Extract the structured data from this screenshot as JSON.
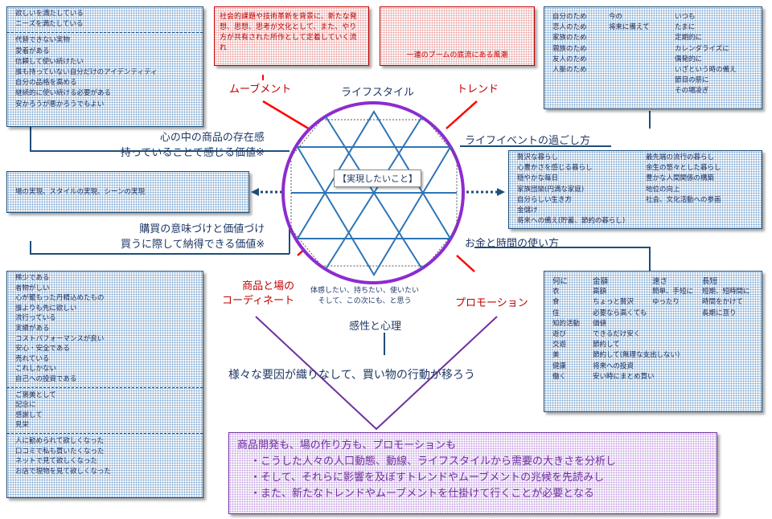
{
  "left_top_box": {
    "group1": [
      "欲しいを満たしている",
      "ニーズを満たしている"
    ],
    "group2": [
      "代替できない実物",
      "愛着がある",
      "信頼して使い続けたい",
      "誰も持っていない自分だけのアイデンティティ",
      "自分の品格を高める",
      "継続的に使い続ける必要がある",
      "安かろうが悪かろうでもよい"
    ]
  },
  "left_top_caption": [
    "心の中の商品の存在感",
    "持っていることで感じる価値※"
  ],
  "left_mid_box": "場の実現、スタイルの実現、シーンの実現",
  "left_mid_caption": [
    "購買の意味づけと価値づけ",
    "買うに際して納得できる価値※"
  ],
  "left_bottom_box": {
    "group1": [
      "稀少である",
      "者物がしい",
      "心が籠もった丹精込めたもの",
      "誰よりも先に欲しい",
      "流行っている",
      "実績がある",
      "コストパフォーマンスが良い",
      "安心・安全である",
      "売れている",
      "これしかない",
      "自己への投資である"
    ],
    "group2": [
      "ご褒美として",
      "記念に",
      "感謝して",
      "見栄"
    ],
    "group3": [
      "人に勧められて欲しくなった",
      "口コミで私も買いたくなった",
      "ネットで見て欲しくなった",
      "お店で現物を見て欲しくなった"
    ]
  },
  "movement_box": "社会的課題や技術革新を背景に、新たな発想、思想、思考が文化として、また、やり方が共有された所作として定着していく流れ",
  "trend_box": "一連のブームの底流にある風潮",
  "right_top_box": {
    "col1": [
      "自分のため",
      "恋人のため",
      "家族のため",
      "親族のため",
      "友人のため",
      "人脈のため"
    ],
    "col2": [
      "今の",
      "将来に備えて"
    ],
    "col3": [
      "いつも",
      "たまに",
      "定期的に",
      "カレンダライズに",
      "偶発的に",
      "いざという時の備え",
      "節目の祭に",
      "その場凌ぎ"
    ]
  },
  "right_mid_box": {
    "col1": [
      "贅沢な暮らし",
      "心豊かさを感じる暮らし",
      "穏やかな毎日",
      "家族団欒(円満な家庭)",
      "自分らしい生き方",
      "金儲け",
      "将来への備え(貯蓄、節約の暮らし)"
    ],
    "col2": [
      "最先端の流行の暮らし",
      "余生の悠々とした暮らし",
      "豊かな人間関係の構築",
      "地位の向上",
      "社会、文化活動への参画"
    ]
  },
  "right_bottom_box": {
    "headers": [
      "何に",
      "金額",
      "速さ",
      "長短"
    ],
    "col_what": [
      "衣",
      "食",
      "住",
      "知的活動",
      "遊び",
      "交遊",
      "美",
      "健康",
      "働く"
    ],
    "col_amount": [
      "高額",
      "ちょっと贅沢",
      "必要なら高くても",
      "価値",
      "できるだけ安く",
      "節約して",
      "節約して(無理な支出しない)",
      "将来への投資",
      "安い時にまとめ買い"
    ],
    "col_speed": [
      "簡単、手短に",
      "ゆったり"
    ],
    "col_length": [
      "短期、短時間に",
      "時間をかけて",
      "長期に亘り"
    ]
  },
  "labels": {
    "movement": "ムーブメント",
    "lifestyle": "ライフスタイル",
    "trend": "トレンド",
    "life_event": "ライフイベントの過ごし方",
    "money_time": "お金と時間の使い方",
    "coordinate": [
      "商品と場の",
      "コーディネート"
    ],
    "promotion": "プロモーション",
    "feel_think": [
      "体感したい、持ちたい、使いたい",
      "そして、この次にも、と思う"
    ],
    "sensibility": "感性と心理",
    "center": "【実現したいこと】",
    "factors": "様々な要因が織りなして、買い物の行動が移ろう"
  },
  "bottom_box": {
    "title": "商品開発も、場の作り方も、プロモーションも",
    "lines": [
      "・こうした人々の人口動態、動線、ライフスタイルから需要の大きさを分析し",
      "・そして、それらに影響を及ぼすトレンドやムーブメントの兆候を先読みし",
      "・また、新たなトレンドやムーブメントを仕掛けて行くことが必要となる"
    ]
  },
  "colors": {
    "navy": "#1f4e79",
    "red": "#c00000",
    "purple": "#7030a0",
    "line_blue": "#2e75b6"
  }
}
